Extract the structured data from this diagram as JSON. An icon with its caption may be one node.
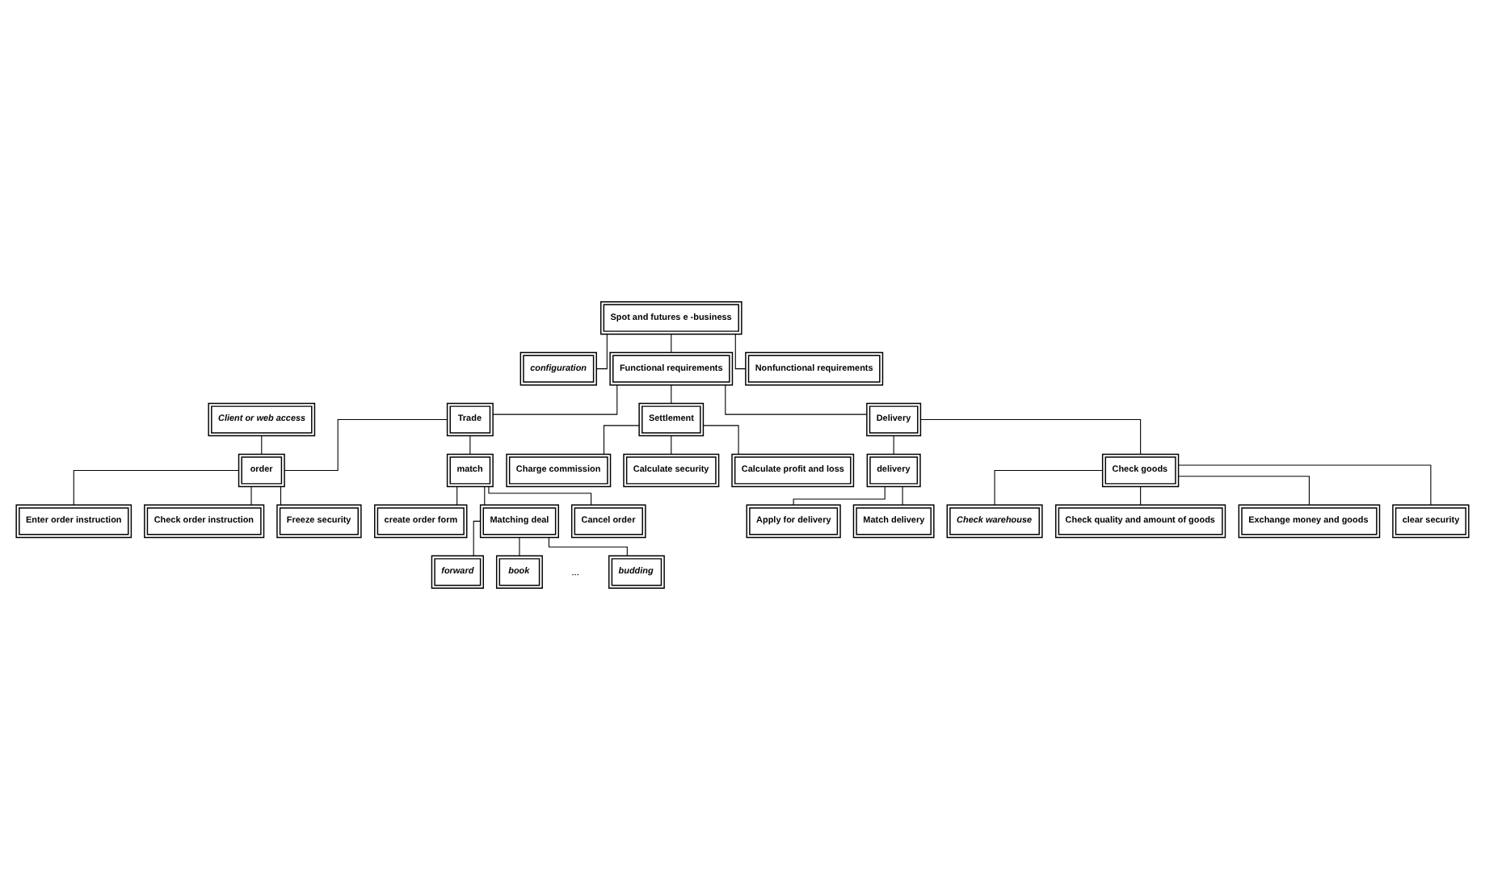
{
  "diagram": {
    "nodes": [
      {
        "text": [
          "Spot and futures e -business"
        ]
      },
      {
        "text": [
          "configuration"
        ]
      },
      {
        "text": [
          "Functional requirements"
        ]
      },
      {
        "text": [
          "Nonfunctional requirements"
        ]
      },
      {
        "text": [
          "Trade"
        ]
      },
      {
        "text": [
          "Settlement"
        ]
      },
      {
        "text": [
          "Delivery"
        ]
      },
      {
        "text": [
          "Client or web access"
        ]
      },
      {
        "text": [
          "order"
        ]
      },
      {
        "text": [
          "match"
        ]
      },
      {
        "text": [
          "Enter order instruction"
        ]
      },
      {
        "text": [
          "Check order instruction"
        ]
      },
      {
        "text": [
          "Freeze security"
        ]
      },
      {
        "text": [
          "create order form"
        ]
      },
      {
        "text": [
          "Matching deal"
        ]
      },
      {
        "text": [
          "Cancel order"
        ]
      },
      {
        "text": [
          "forward"
        ]
      },
      {
        "text": [
          "book"
        ]
      },
      {
        "text": [
          "budding"
        ]
      },
      {
        "text": [
          "Charge commission"
        ]
      },
      {
        "text": [
          "Calculate security"
        ]
      },
      {
        "text": [
          "Calculate profit and loss"
        ]
      },
      {
        "text": [
          "delivery"
        ]
      },
      {
        "text": [
          "Check goods"
        ]
      },
      {
        "text": [
          "Apply for delivery"
        ]
      },
      {
        "text": [
          "Match delivery"
        ]
      },
      {
        "text": [
          "Check warehouse"
        ]
      },
      {
        "text": [
          "Check quality and amount of goods"
        ]
      },
      {
        "text": [
          "Exchange money and goods"
        ]
      },
      {
        "text": [
          "clear security"
        ]
      }
    ],
    "edges": [
      {
        "from": 0,
        "to": 1,
        "arrow": "none"
      },
      {
        "from": 0,
        "to": 2,
        "arrow": "none"
      },
      {
        "from": 0,
        "to": 3,
        "arrow": "none"
      },
      {
        "from": 2,
        "to": 4,
        "arrow": "none"
      },
      {
        "from": 2,
        "to": 5,
        "arrow": "none"
      },
      {
        "from": 2,
        "to": 6,
        "arrow": "none"
      },
      {
        "from": 7,
        "to": 8,
        "arrow": "none"
      },
      {
        "from": 4,
        "to": 8,
        "arrow": "none"
      },
      {
        "from": 4,
        "to": 9,
        "arrow": "none"
      },
      {
        "from": 8,
        "to": 10,
        "arrow": "none"
      },
      {
        "from": 8,
        "to": 11,
        "arrow": "none"
      },
      {
        "from": 8,
        "to": 12,
        "arrow": "none"
      },
      {
        "from": 9,
        "to": 13,
        "arrow": "none"
      },
      {
        "from": 9,
        "to": 14,
        "arrow": "none"
      },
      {
        "from": 9,
        "to": 15,
        "arrow": "none"
      },
      {
        "from": 14,
        "to": 16,
        "arrow": "none"
      },
      {
        "from": 14,
        "to": 17,
        "arrow": "none"
      },
      {
        "from": 14,
        "to": 18,
        "arrow": "none"
      },
      {
        "from": 5,
        "to": 19,
        "arrow": "none"
      },
      {
        "from": 5,
        "to": 20,
        "arrow": "none"
      },
      {
        "from": 5,
        "to": 21,
        "arrow": "none"
      },
      {
        "from": 6,
        "to": 22,
        "arrow": "none"
      },
      {
        "from": 6,
        "to": 23,
        "arrow": "none"
      },
      {
        "from": 22,
        "to": 24,
        "arrow": "none"
      },
      {
        "from": 22,
        "to": 25,
        "arrow": "none"
      },
      {
        "from": 23,
        "to": 26,
        "arrow": "none"
      },
      {
        "from": 23,
        "to": 27,
        "arrow": "none"
      },
      {
        "from": 23,
        "to": 28,
        "arrow": "none"
      },
      {
        "from": 23,
        "to": 29,
        "arrow": "none"
      }
    ],
    "labels": [
      "..."
    ]
  }
}
